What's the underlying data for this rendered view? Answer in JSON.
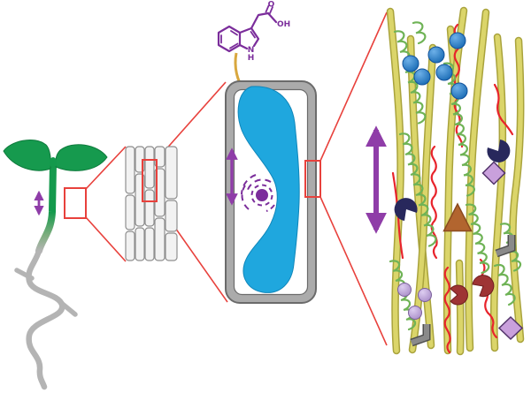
{
  "molecule": {
    "labels": {
      "o": "O",
      "oh": "OH",
      "n": "N",
      "h": "H"
    }
  },
  "icons": {
    "elongation-arrow": "double-headed vertical purple arrow",
    "zoom-connector": "red box with flaring red lines",
    "auxin-arrow": "curved gold arrow",
    "seedling": "green seedling with gray root",
    "tissue": "file of elongated epidermal cells",
    "cell": "cell with blue vacuole and purple nucleus",
    "cell-wall": "cellulose microfibrils with green and red polysaccharide strands and enzyme shapes"
  },
  "colors": {
    "background": "#ffffff",
    "leaf-green": "#169a4e",
    "leaf-edge": "#0e7a3c",
    "root-gray": "#b4b4b4",
    "zoom-red": "#e8413c",
    "elongation-purple": "#8f3da8",
    "molecule-purple": "#7b2d9b",
    "auxin-arrow-gold": "#d8a73e",
    "cell-wall-gray": "#ababab",
    "cell-wall-outline": "#6b6b6b",
    "vacuole-blue": "#1fa7de",
    "vacuole-edge": "#0f86ba",
    "nucleus-purple": "#7b2d9b",
    "tissue-cell-fill": "#f2f2f2",
    "tissue-cell-outline": "#8f8f8f",
    "microfibril-yellow": "#dbd56a",
    "microfibril-edge": "#a9a33c",
    "hemicellulose-green": "#6fb356",
    "pectin-red": "#e8242c",
    "protein-blue": "#1f6fbd",
    "enzyme-navy": "#28285c",
    "enzyme-brown": "#b2652f",
    "enzyme-brown-edge": "#8a4a20",
    "enzyme-lavender": "#c9a0dc",
    "enzyme-lavender-edge": "#53356b",
    "enzyme-gray": "#8a8a8a",
    "enzyme-gray-edge": "#4f4f4f",
    "enzyme-darkred": "#9e3434",
    "sphere-lavender": "#c3abdd"
  }
}
